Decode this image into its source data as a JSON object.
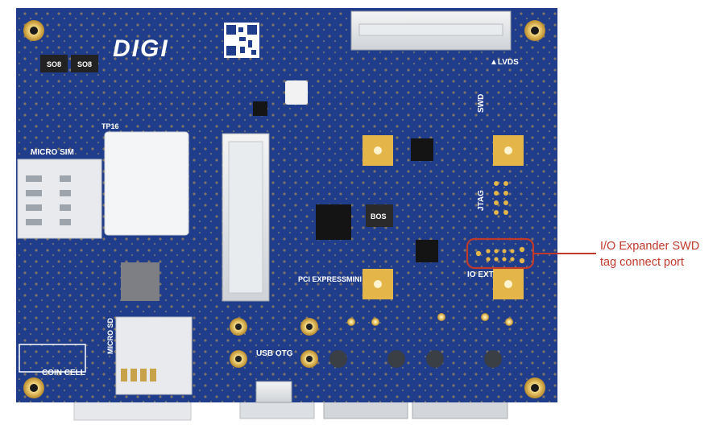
{
  "board": {
    "brand": "DIGI",
    "silkscreen": {
      "so8_a": "SO8",
      "so8_b": "SO8",
      "lvds": "▲LVDS",
      "swd": "SWD",
      "tp16": "TP16",
      "micro_sim": "MICRO SIM",
      "jtag": "JTAG",
      "bos": "BOS",
      "pci": "PCI EXPRESSMINI CARD",
      "io_ext": "IO EXT",
      "micro_sd": "MICRO SD",
      "usb_otg": "USB OTG",
      "coin_cell": "COIN CELL"
    }
  },
  "callout": {
    "line1": "I/O Expander SWD",
    "line2": "tag connect port",
    "color": "#c0392b"
  },
  "colors": {
    "pcb": "#1f3d8a",
    "pad_gold": "#d9a93a",
    "silk": "#ffffff"
  }
}
